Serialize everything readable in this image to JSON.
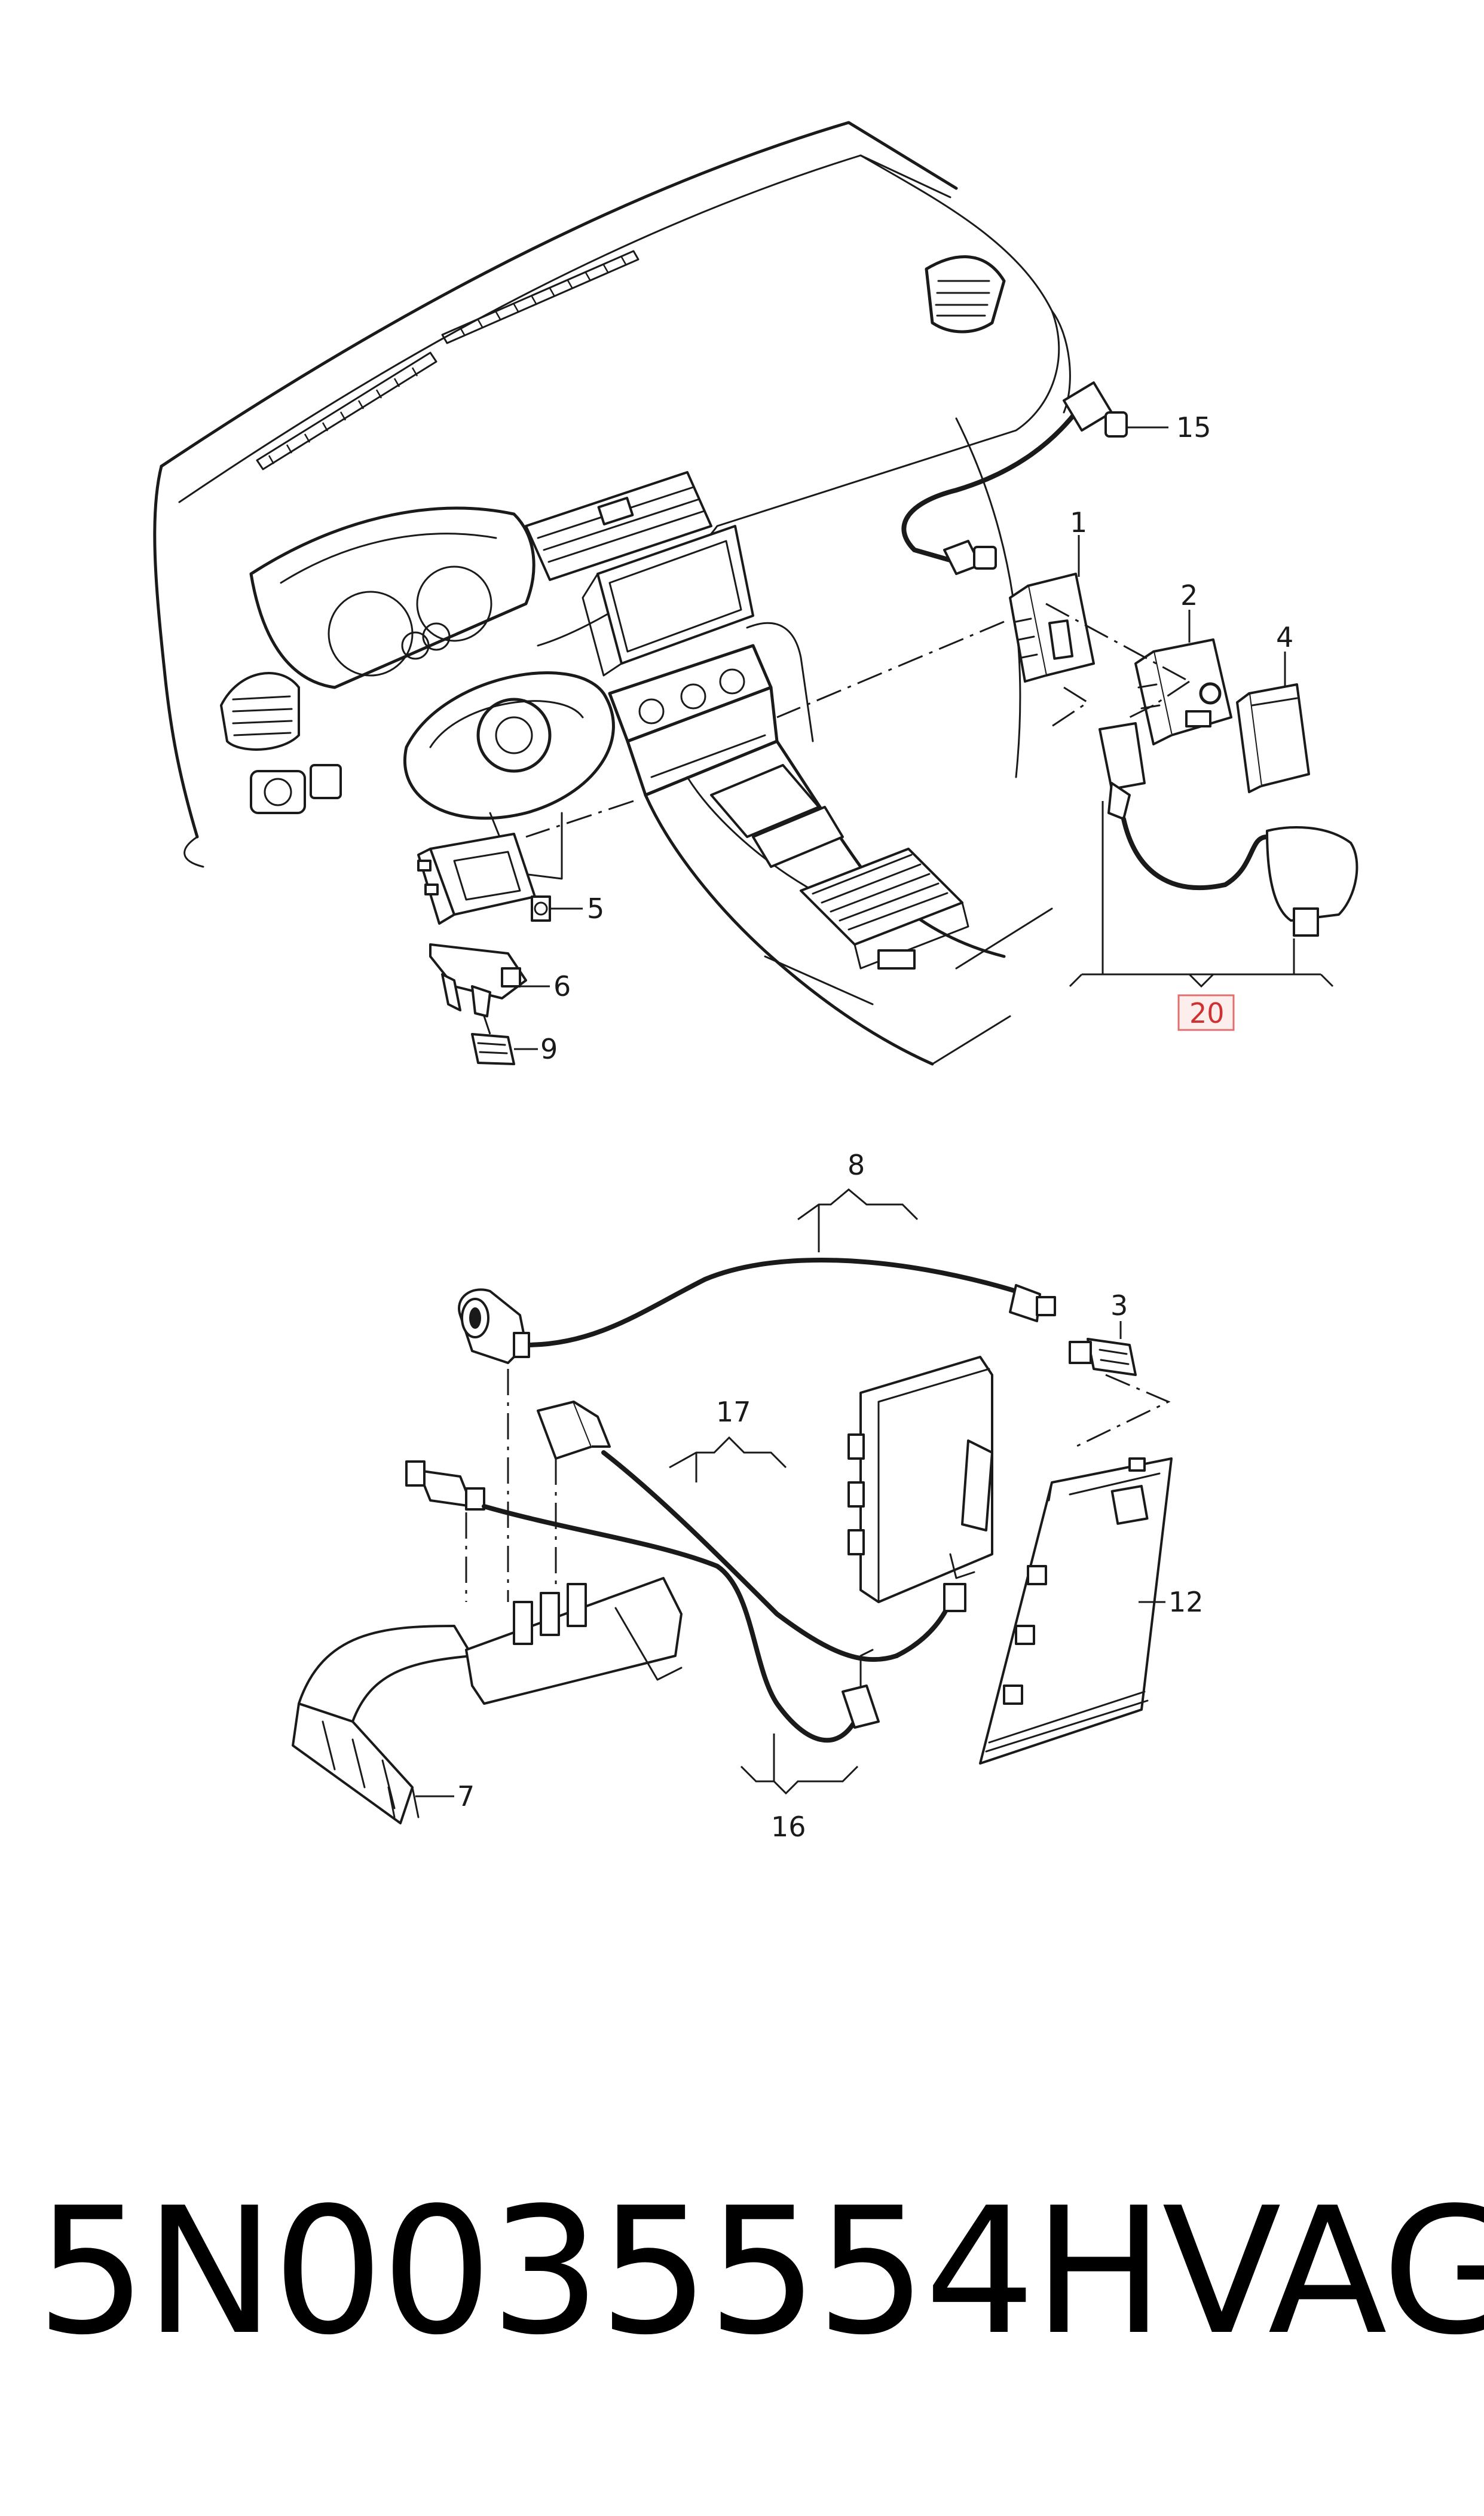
{
  "callouts": {
    "c1": "1",
    "c2": "2",
    "c3": "3",
    "c4": "4",
    "c5": "5",
    "c6": "6",
    "c7": "7",
    "c8": "8",
    "c9": "9",
    "c12": "12",
    "c15": "15",
    "c16": "16",
    "c17": "17",
    "c20": "20"
  },
  "highlight": {
    "label": "20",
    "border_color": "#e07070",
    "text_color": "#d03030"
  },
  "footer": {
    "part_number": "5N0035554H",
    "brand": "VAG"
  }
}
